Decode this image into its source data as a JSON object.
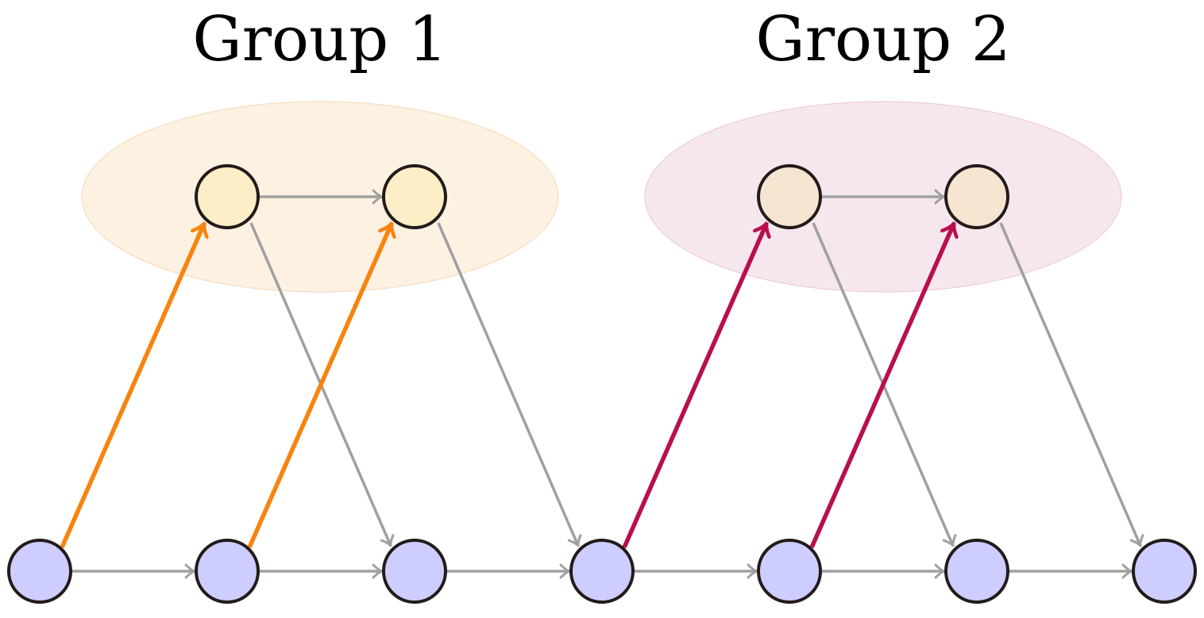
{
  "groups": [
    {
      "id": "group-1",
      "label": "Group 1",
      "fill": "#fdf1e2",
      "stroke": "#f6d7b6",
      "node_fill": "#fcefc8",
      "edge_color": "#f6840f"
    },
    {
      "id": "group-2",
      "label": "Group 2",
      "fill": "#f6e7ee",
      "stroke": "#edc5d6",
      "node_fill": "#f6e5d1",
      "edge_color": "#b90f4e"
    }
  ],
  "colors": {
    "bottom_node_fill": "#cdcdff",
    "node_stroke": "#231a1a",
    "neutral_edge": "#a0a0a0"
  },
  "nodes": {
    "bottom_count": 7,
    "top_per_group": 2
  }
}
